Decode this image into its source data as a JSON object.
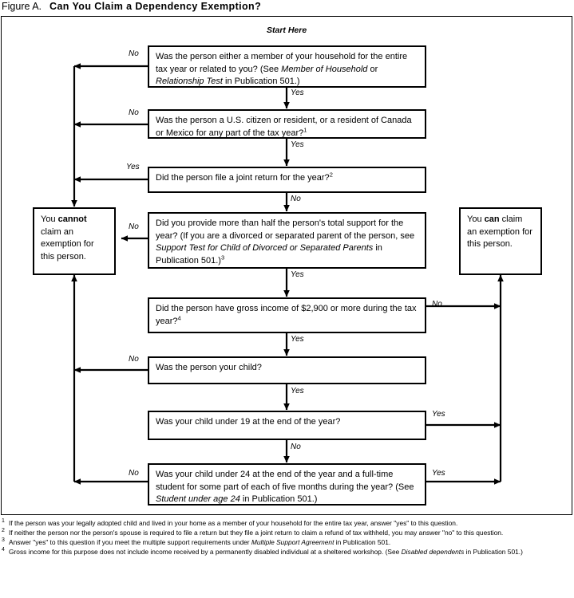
{
  "figure": {
    "label": "Figure A.",
    "title": "Can You Claim a Dependency Exemption?"
  },
  "start_label": "Start Here",
  "boxes": {
    "q1": {
      "id": "q1",
      "text_parts": [
        {
          "t": "Was the person either a member of your household for the entire tax year or related to you? (See ",
          "s": "normal"
        },
        {
          "t": "Member of Household",
          "s": "italic"
        },
        {
          "t": " or ",
          "s": "normal"
        },
        {
          "t": "Relationship Test",
          "s": "italic"
        },
        {
          "t": " in Publication 501.)",
          "s": "normal"
        }
      ]
    },
    "q2": {
      "id": "q2",
      "text_parts": [
        {
          "t": "Was the person a U.S. citizen or resident, or a resident of Canada or Mexico for any part of the tax year?",
          "s": "normal"
        },
        {
          "t": "1",
          "s": "sup"
        }
      ]
    },
    "q3": {
      "id": "q3",
      "text_parts": [
        {
          "t": "Did the person file a joint return for the year?",
          "s": "normal"
        },
        {
          "t": "2",
          "s": "sup"
        }
      ]
    },
    "q4": {
      "id": "q4",
      "text_parts": [
        {
          "t": "Did you provide more than half the person's total support for the year? (If you are a divorced or separated parent of the person, see ",
          "s": "normal"
        },
        {
          "t": "Support Test for Child of Divorced or Separated Parents",
          "s": "italic"
        },
        {
          "t": " in Publication 501.)",
          "s": "normal"
        },
        {
          "t": "3",
          "s": "sup"
        }
      ]
    },
    "q5": {
      "id": "q5",
      "text_parts": [
        {
          "t": "Did the person have gross income of $2,900 or more during the tax year?",
          "s": "normal"
        },
        {
          "t": "4",
          "s": "sup"
        }
      ]
    },
    "q6": {
      "id": "q6",
      "text_parts": [
        {
          "t": "Was the person your child?",
          "s": "normal"
        }
      ]
    },
    "q7": {
      "id": "q7",
      "text_parts": [
        {
          "t": "Was your child under 19 at the end of the year?",
          "s": "normal"
        }
      ]
    },
    "q8": {
      "id": "q8",
      "text_parts": [
        {
          "t": "Was your child under 24 at the end of the year and a full-time student for some part of each of five months during the year? (See ",
          "s": "normal"
        },
        {
          "t": "Student under age 24",
          "s": "italic"
        },
        {
          "t": " in Publication 501.)",
          "s": "normal"
        }
      ]
    },
    "cannot": {
      "id": "cannot",
      "text_parts": [
        {
          "t": "You ",
          "s": "normal"
        },
        {
          "t": "cannot",
          "s": "bold"
        },
        {
          "t": " claim an exemption for this person.",
          "s": "normal"
        }
      ]
    },
    "can": {
      "id": "can",
      "text_parts": [
        {
          "t": "You ",
          "s": "normal"
        },
        {
          "t": "can",
          "s": "bold"
        },
        {
          "t": " claim an exemption for this person.",
          "s": "normal"
        }
      ]
    }
  },
  "edge_labels": {
    "q1_no": "No",
    "q1_yes": "Yes",
    "q2_no": "No",
    "q2_yes": "Yes",
    "q3_yes": "Yes",
    "q3_no": "No",
    "q4_no": "No",
    "q4_yes": "Yes",
    "q5_no": "No",
    "q5_yes": "Yes",
    "q6_no": "No",
    "q6_yes": "Yes",
    "q7_yes": "Yes",
    "q7_no": "No",
    "q8_no": "No",
    "q8_yes": "Yes"
  },
  "footnotes": [
    {
      "marker": "1",
      "parts": [
        {
          "t": "If the person was your legally adopted child and lived in your home as a member of your household for the entire tax year, answer \"yes\" to this question.",
          "s": "normal"
        }
      ]
    },
    {
      "marker": "2",
      "parts": [
        {
          "t": "If neither the person nor the person's spouse is required to file a return but they file a joint return to claim a refund of tax withheld, you may answer \"no\" to this question.",
          "s": "normal"
        }
      ]
    },
    {
      "marker": "3",
      "parts": [
        {
          "t": "Answer \"yes\" to this question if you meet the multiple support requirements under ",
          "s": "normal"
        },
        {
          "t": "Multiple Support Agreement",
          "s": "italic"
        },
        {
          "t": " in Publication 501.",
          "s": "normal"
        }
      ]
    },
    {
      "marker": "4",
      "parts": [
        {
          "t": "Gross income for this purpose does not include income received by a permanently disabled individual at a sheltered workshop. (See ",
          "s": "normal"
        },
        {
          "t": "Disabled dependents",
          "s": "italic"
        },
        {
          "t": " in Publication 501.)",
          "s": "normal"
        }
      ]
    }
  ],
  "colors": {
    "ink": "#000000",
    "paper": "#ffffff"
  }
}
